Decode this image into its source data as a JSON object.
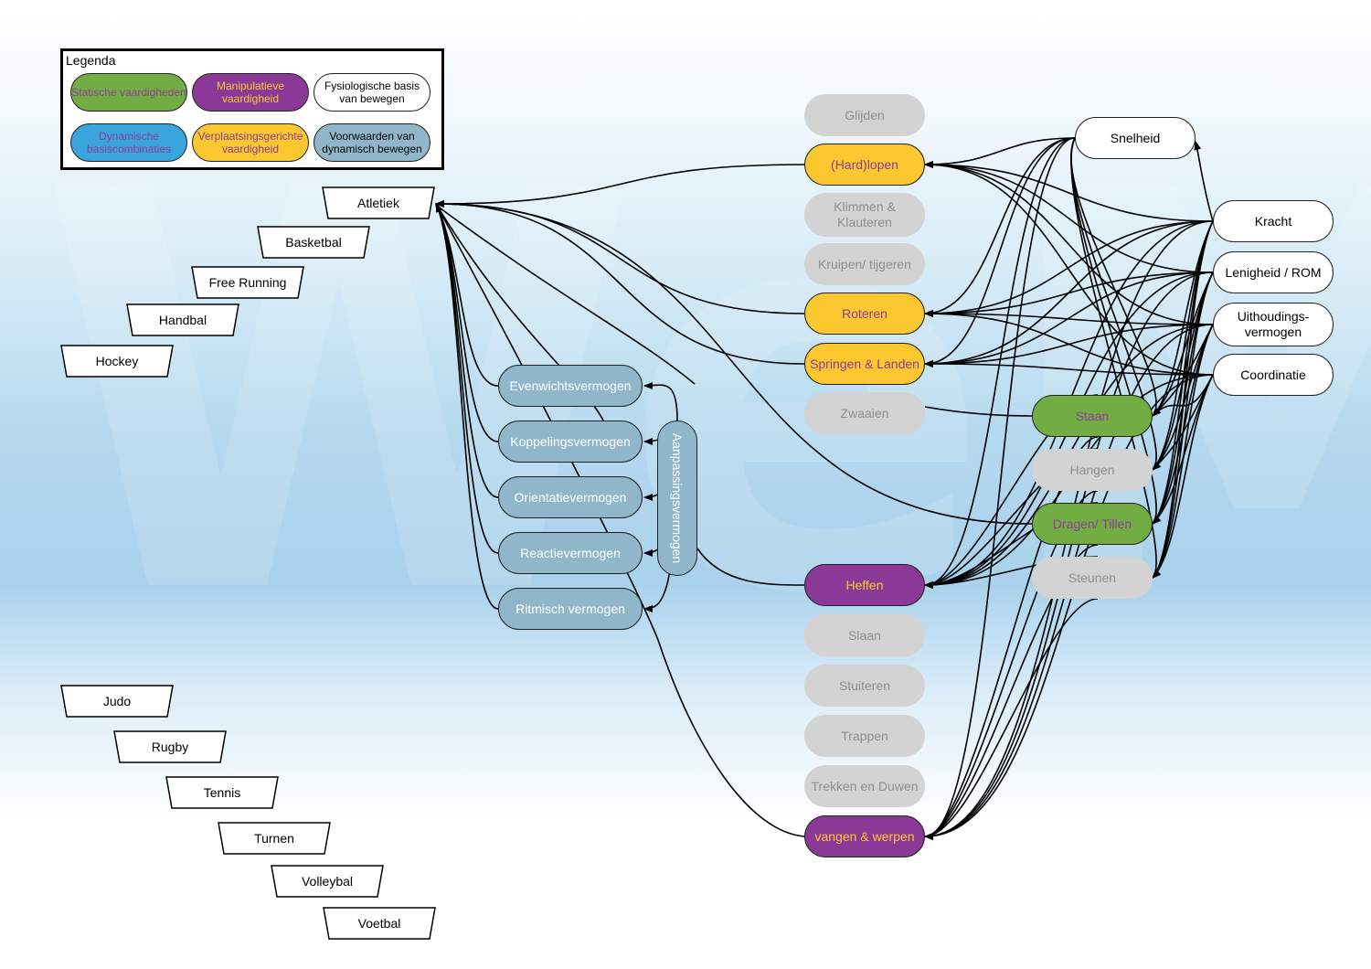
{
  "legend": {
    "title": "Legenda",
    "items": [
      {
        "label": "Statische vaardigheden",
        "fill": "#72ad43",
        "text_color": "#8f3e96"
      },
      {
        "label": "Manipulatieve vaardigheid",
        "fill": "#8a3a96",
        "text_color": "#fdc72f"
      },
      {
        "label": "Fysiologische basis van bewegen",
        "fill": "#ffffff",
        "text_color": "#000000"
      },
      {
        "label": "Dynamische basiscombinaties",
        "fill": "#3aa4dc",
        "text_color": "#8f3e96"
      },
      {
        "label": "Verplaatsingsgerichte vaardigheid",
        "fill": "#fdc72f",
        "text_color": "#8f3e96"
      },
      {
        "label": "Voorwaarden van dynamisch bewegen",
        "fill": "#8fb7c9",
        "text_color": "#000000"
      }
    ]
  },
  "sports": [
    "Atletiek",
    "Basketbal",
    "Free Running",
    "Handbal",
    "Hockey",
    "Judo",
    "Rugby",
    "Tennis",
    "Turnen",
    "Volleybal",
    "Voetbal"
  ],
  "coordination": {
    "group_label": "Aanpassingsvermogen",
    "items": [
      "Evenwichtsvermogen",
      "Koppelingsvermogen",
      "Orientatievermogen",
      "Reactievermogen",
      "Ritmisch vermogen"
    ]
  },
  "movement_skills": [
    {
      "label": "Glijden",
      "active": false,
      "type": "verplaatsing"
    },
    {
      "label": "(Hard)lopen",
      "active": true,
      "type": "verplaatsing"
    },
    {
      "label": "Klimmen & Klauteren",
      "active": false,
      "type": "verplaatsing"
    },
    {
      "label": "Kruipen/ tijgeren",
      "active": false,
      "type": "verplaatsing"
    },
    {
      "label": "Roteren",
      "active": true,
      "type": "verplaatsing"
    },
    {
      "label": "Springen & Landen",
      "active": true,
      "type": "verplaatsing"
    },
    {
      "label": "Zwaaien",
      "active": false,
      "type": "verplaatsing"
    },
    {
      "label": "Heffen",
      "active": true,
      "type": "manipulatief"
    },
    {
      "label": "Slaan",
      "active": false,
      "type": "manipulatief"
    },
    {
      "label": "Stuiteren",
      "active": false,
      "type": "manipulatief"
    },
    {
      "label": "Trappen",
      "active": false,
      "type": "manipulatief"
    },
    {
      "label": "Trekken en Duwen",
      "active": false,
      "type": "manipulatief"
    },
    {
      "label": "vangen & werpen",
      "active": true,
      "type": "manipulatief"
    }
  ],
  "static_skills": [
    {
      "label": "Staan",
      "active": true
    },
    {
      "label": "Hangen",
      "active": false
    },
    {
      "label": "Dragen/ Tillen",
      "active": true
    },
    {
      "label": "Steunen",
      "active": false
    }
  ],
  "physiology": [
    "Snelheid",
    "Kracht",
    "Lenigheid / ROM",
    "Uithoudings- vermogen",
    "Coordinatie"
  ],
  "colors": {
    "static": "#72ad43",
    "manipulative": "#8a3a96",
    "locomotor": "#fdc72f",
    "conditions": "#8fb7c9",
    "inactive": "#d3d3d3"
  },
  "watermark": "WeMove"
}
